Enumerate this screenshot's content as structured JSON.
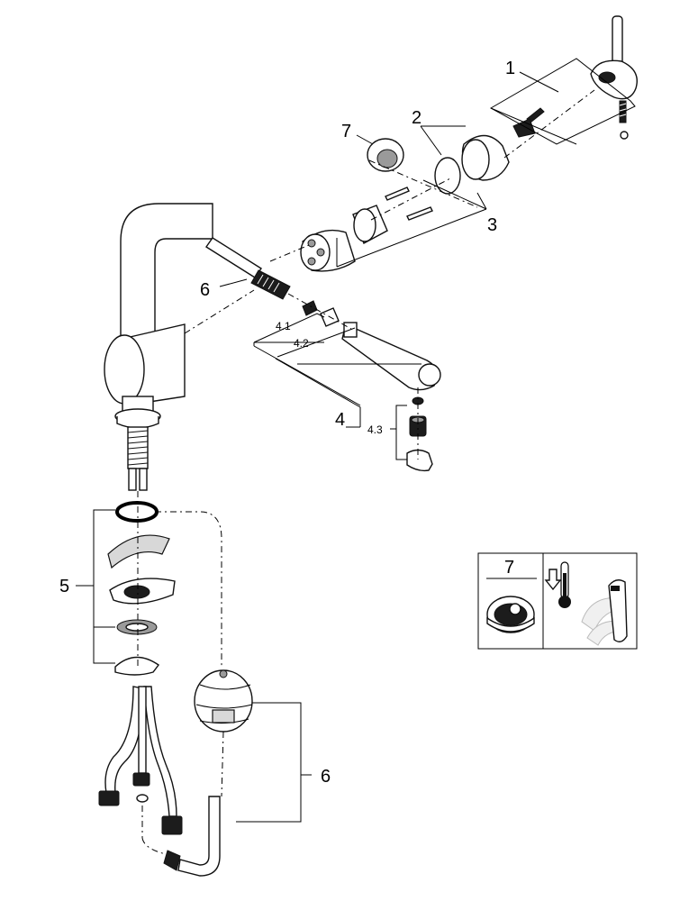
{
  "callouts": {
    "c1": "1",
    "c2": "2",
    "c3": "3",
    "c4": "4",
    "c4_1": "4.1",
    "c4_2": "4.2",
    "c4_3": "4.3",
    "c5": "5",
    "c6_hose": "6",
    "c6_weight": "6",
    "c7": "7"
  },
  "inset": {
    "label": "7",
    "thermometer_icon": "thermometer-icon",
    "arrow_icon": "down-arrow-icon"
  }
}
